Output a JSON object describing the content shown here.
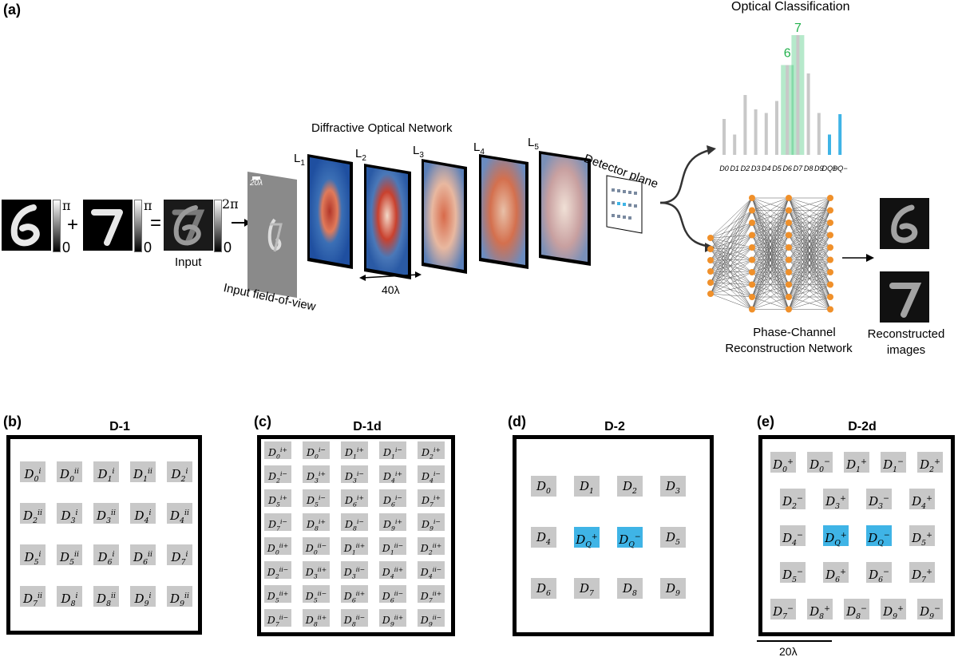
{
  "panel_a": {
    "letter": "(a)",
    "plus_sign": "+",
    "equals_sign": "=",
    "digit_a": "6",
    "digit_b": "7",
    "pi_label": "π",
    "zero_label": "0",
    "two_pi_label": "2π",
    "input_label": "Input",
    "fov_label": "Input field-of-view",
    "fov_scale": "20λ",
    "network_title": "Diffractive Optical Network",
    "layers": [
      "L1",
      "L2",
      "L3",
      "L4",
      "L5"
    ],
    "layer_subs": [
      "1",
      "2",
      "3",
      "4",
      "5"
    ],
    "layer_spacing": "40λ",
    "detector_label": "Detector plane",
    "classification_title": "Optical Classification",
    "peak_labels": [
      "6",
      "7"
    ],
    "hist_labels": [
      "D0",
      "D1",
      "D2",
      "D3",
      "D4",
      "D5",
      "D6",
      "D7",
      "D8",
      "D9",
      "DQ+",
      "DQ−"
    ],
    "recon_net_label": [
      "Phase-Channel",
      "Reconstruction Network"
    ],
    "recon_images_label": [
      "Reconstructed",
      "images"
    ]
  },
  "chart_data": {
    "type": "bar",
    "title": "Optical Classification",
    "categories": [
      "D0",
      "D1",
      "D2",
      "D3",
      "D4",
      "D5",
      "D6",
      "D7",
      "D8",
      "D9",
      "DQ+",
      "DQ-"
    ],
    "values": [
      0.3,
      0.17,
      0.5,
      0.38,
      0.35,
      0.45,
      0.75,
      1.0,
      0.68,
      0.35,
      0.17,
      0.34
    ],
    "highlighted": [
      "D6",
      "D7"
    ],
    "colors": {
      "normal": "#c8c8c8",
      "highlight": "#2dbf6b",
      "quadrature": "#3fb4e6",
      "peak_text": "#22b14c"
    }
  },
  "panels": [
    {
      "letter": "(b)",
      "title": "D-1"
    },
    {
      "letter": "(c)",
      "title": "D-1d"
    },
    {
      "letter": "(d)",
      "title": "D-2"
    },
    {
      "letter": "(e)",
      "title": "D-2d"
    }
  ],
  "d1_labels": [
    [
      "0",
      "i"
    ],
    [
      "0",
      "ii"
    ],
    [
      "1",
      "i"
    ],
    [
      "1",
      "ii"
    ],
    [
      "2",
      "i"
    ],
    [
      "2",
      "ii"
    ],
    [
      "3",
      "i"
    ],
    [
      "3",
      "ii"
    ],
    [
      "4",
      "i"
    ],
    [
      "4",
      "ii"
    ],
    [
      "5",
      "i"
    ],
    [
      "5",
      "ii"
    ],
    [
      "6",
      "i"
    ],
    [
      "6",
      "ii"
    ],
    [
      "7",
      "i"
    ],
    [
      "7",
      "ii"
    ],
    [
      "8",
      "i"
    ],
    [
      "8",
      "ii"
    ],
    [
      "9",
      "i"
    ],
    [
      "9",
      "ii"
    ]
  ],
  "d1d_labels": [
    [
      "0",
      "i+"
    ],
    [
      "0",
      "i−"
    ],
    [
      "1",
      "i+"
    ],
    [
      "1",
      "i−"
    ],
    [
      "2",
      "i+"
    ],
    [
      "2",
      "i−"
    ],
    [
      "3",
      "i+"
    ],
    [
      "3",
      "i−"
    ],
    [
      "4",
      "i+"
    ],
    [
      "4",
      "i−"
    ],
    [
      "5",
      "i+"
    ],
    [
      "5",
      "i−"
    ],
    [
      "6",
      "i+"
    ],
    [
      "6",
      "i−"
    ],
    [
      "7",
      "i+"
    ],
    [
      "7",
      "i−"
    ],
    [
      "8",
      "i+"
    ],
    [
      "8",
      "i−"
    ],
    [
      "9",
      "i+"
    ],
    [
      "9",
      "i−"
    ],
    [
      "0",
      "ii+"
    ],
    [
      "0",
      "ii−"
    ],
    [
      "1",
      "ii+"
    ],
    [
      "1",
      "ii−"
    ],
    [
      "2",
      "ii+"
    ],
    [
      "2",
      "ii−"
    ],
    [
      "3",
      "ii+"
    ],
    [
      "3",
      "ii−"
    ],
    [
      "4",
      "ii+"
    ],
    [
      "4",
      "ii−"
    ],
    [
      "5",
      "ii+"
    ],
    [
      "5",
      "ii−"
    ],
    [
      "6",
      "ii+"
    ],
    [
      "6",
      "ii−"
    ],
    [
      "7",
      "ii+"
    ],
    [
      "7",
      "ii−"
    ],
    [
      "8",
      "ii+"
    ],
    [
      "8",
      "ii−"
    ],
    [
      "9",
      "ii+"
    ],
    [
      "9",
      "ii−"
    ]
  ],
  "d2_labels": [
    [
      "0",
      ""
    ],
    [
      "1",
      ""
    ],
    [
      "2",
      ""
    ],
    [
      "3",
      ""
    ],
    [
      "4",
      ""
    ],
    [
      "Q",
      "+"
    ],
    [
      "Q",
      "−"
    ],
    [
      "5",
      ""
    ],
    [
      "6",
      ""
    ],
    [
      "7",
      ""
    ],
    [
      "8",
      ""
    ],
    [
      "9",
      ""
    ]
  ],
  "d2d_labels": [
    [
      "0",
      "+"
    ],
    [
      "0",
      "−"
    ],
    [
      "1",
      "+"
    ],
    [
      "1",
      "−"
    ],
    [
      "2",
      "+"
    ],
    [
      "2",
      "−"
    ],
    [
      "3",
      "+"
    ],
    [
      "3",
      "−"
    ],
    [
      "4",
      "+"
    ],
    [
      "4",
      "−"
    ],
    [
      "Q",
      "+"
    ],
    [
      "Q",
      "−"
    ],
    [
      "5",
      "+"
    ],
    [
      "5",
      "−"
    ],
    [
      "6",
      "+"
    ],
    [
      "6",
      "−"
    ],
    [
      "7",
      "+"
    ],
    [
      "7",
      "−"
    ],
    [
      "8",
      "+"
    ],
    [
      "8",
      "−"
    ],
    [
      "9",
      "+"
    ],
    [
      "9",
      "−"
    ]
  ],
  "scale_bar_label": "20λ"
}
